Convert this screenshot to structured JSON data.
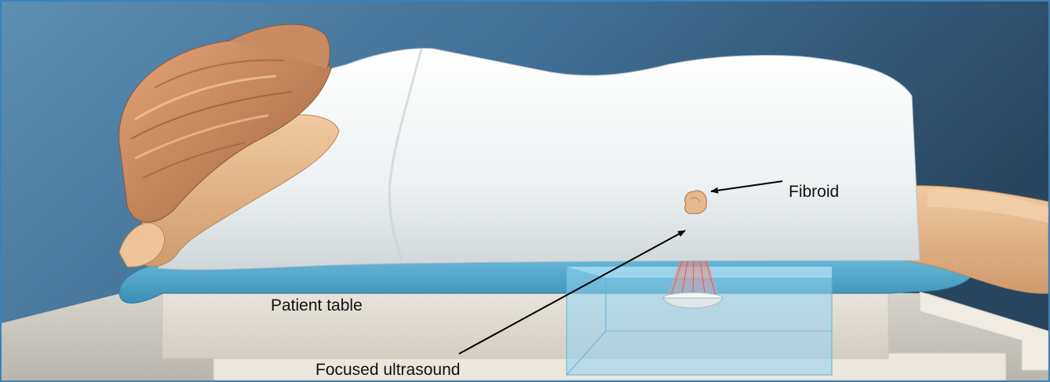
{
  "labels": {
    "fibroid": "Fibroid",
    "patient_table": "Patient table",
    "focused_ultrasound": "Focused ultrasound"
  },
  "colors": {
    "frame_border": "#3c82b9",
    "background_light": "#5d8fb3",
    "background_dark": "#28455f",
    "gown": "#f2f5f6",
    "skin": "#e8b98c",
    "hair": "#c98a5e",
    "table_pad": "#4fa6cb",
    "table_base": "#ece7dc",
    "water_tank": "#8fd2ee",
    "ultrasound_beam": "#e0554f",
    "arrow": "#000000"
  },
  "icons": {
    "fibroid": "fibroid-mass-icon",
    "transducer": "ultrasound-transducer-icon"
  }
}
